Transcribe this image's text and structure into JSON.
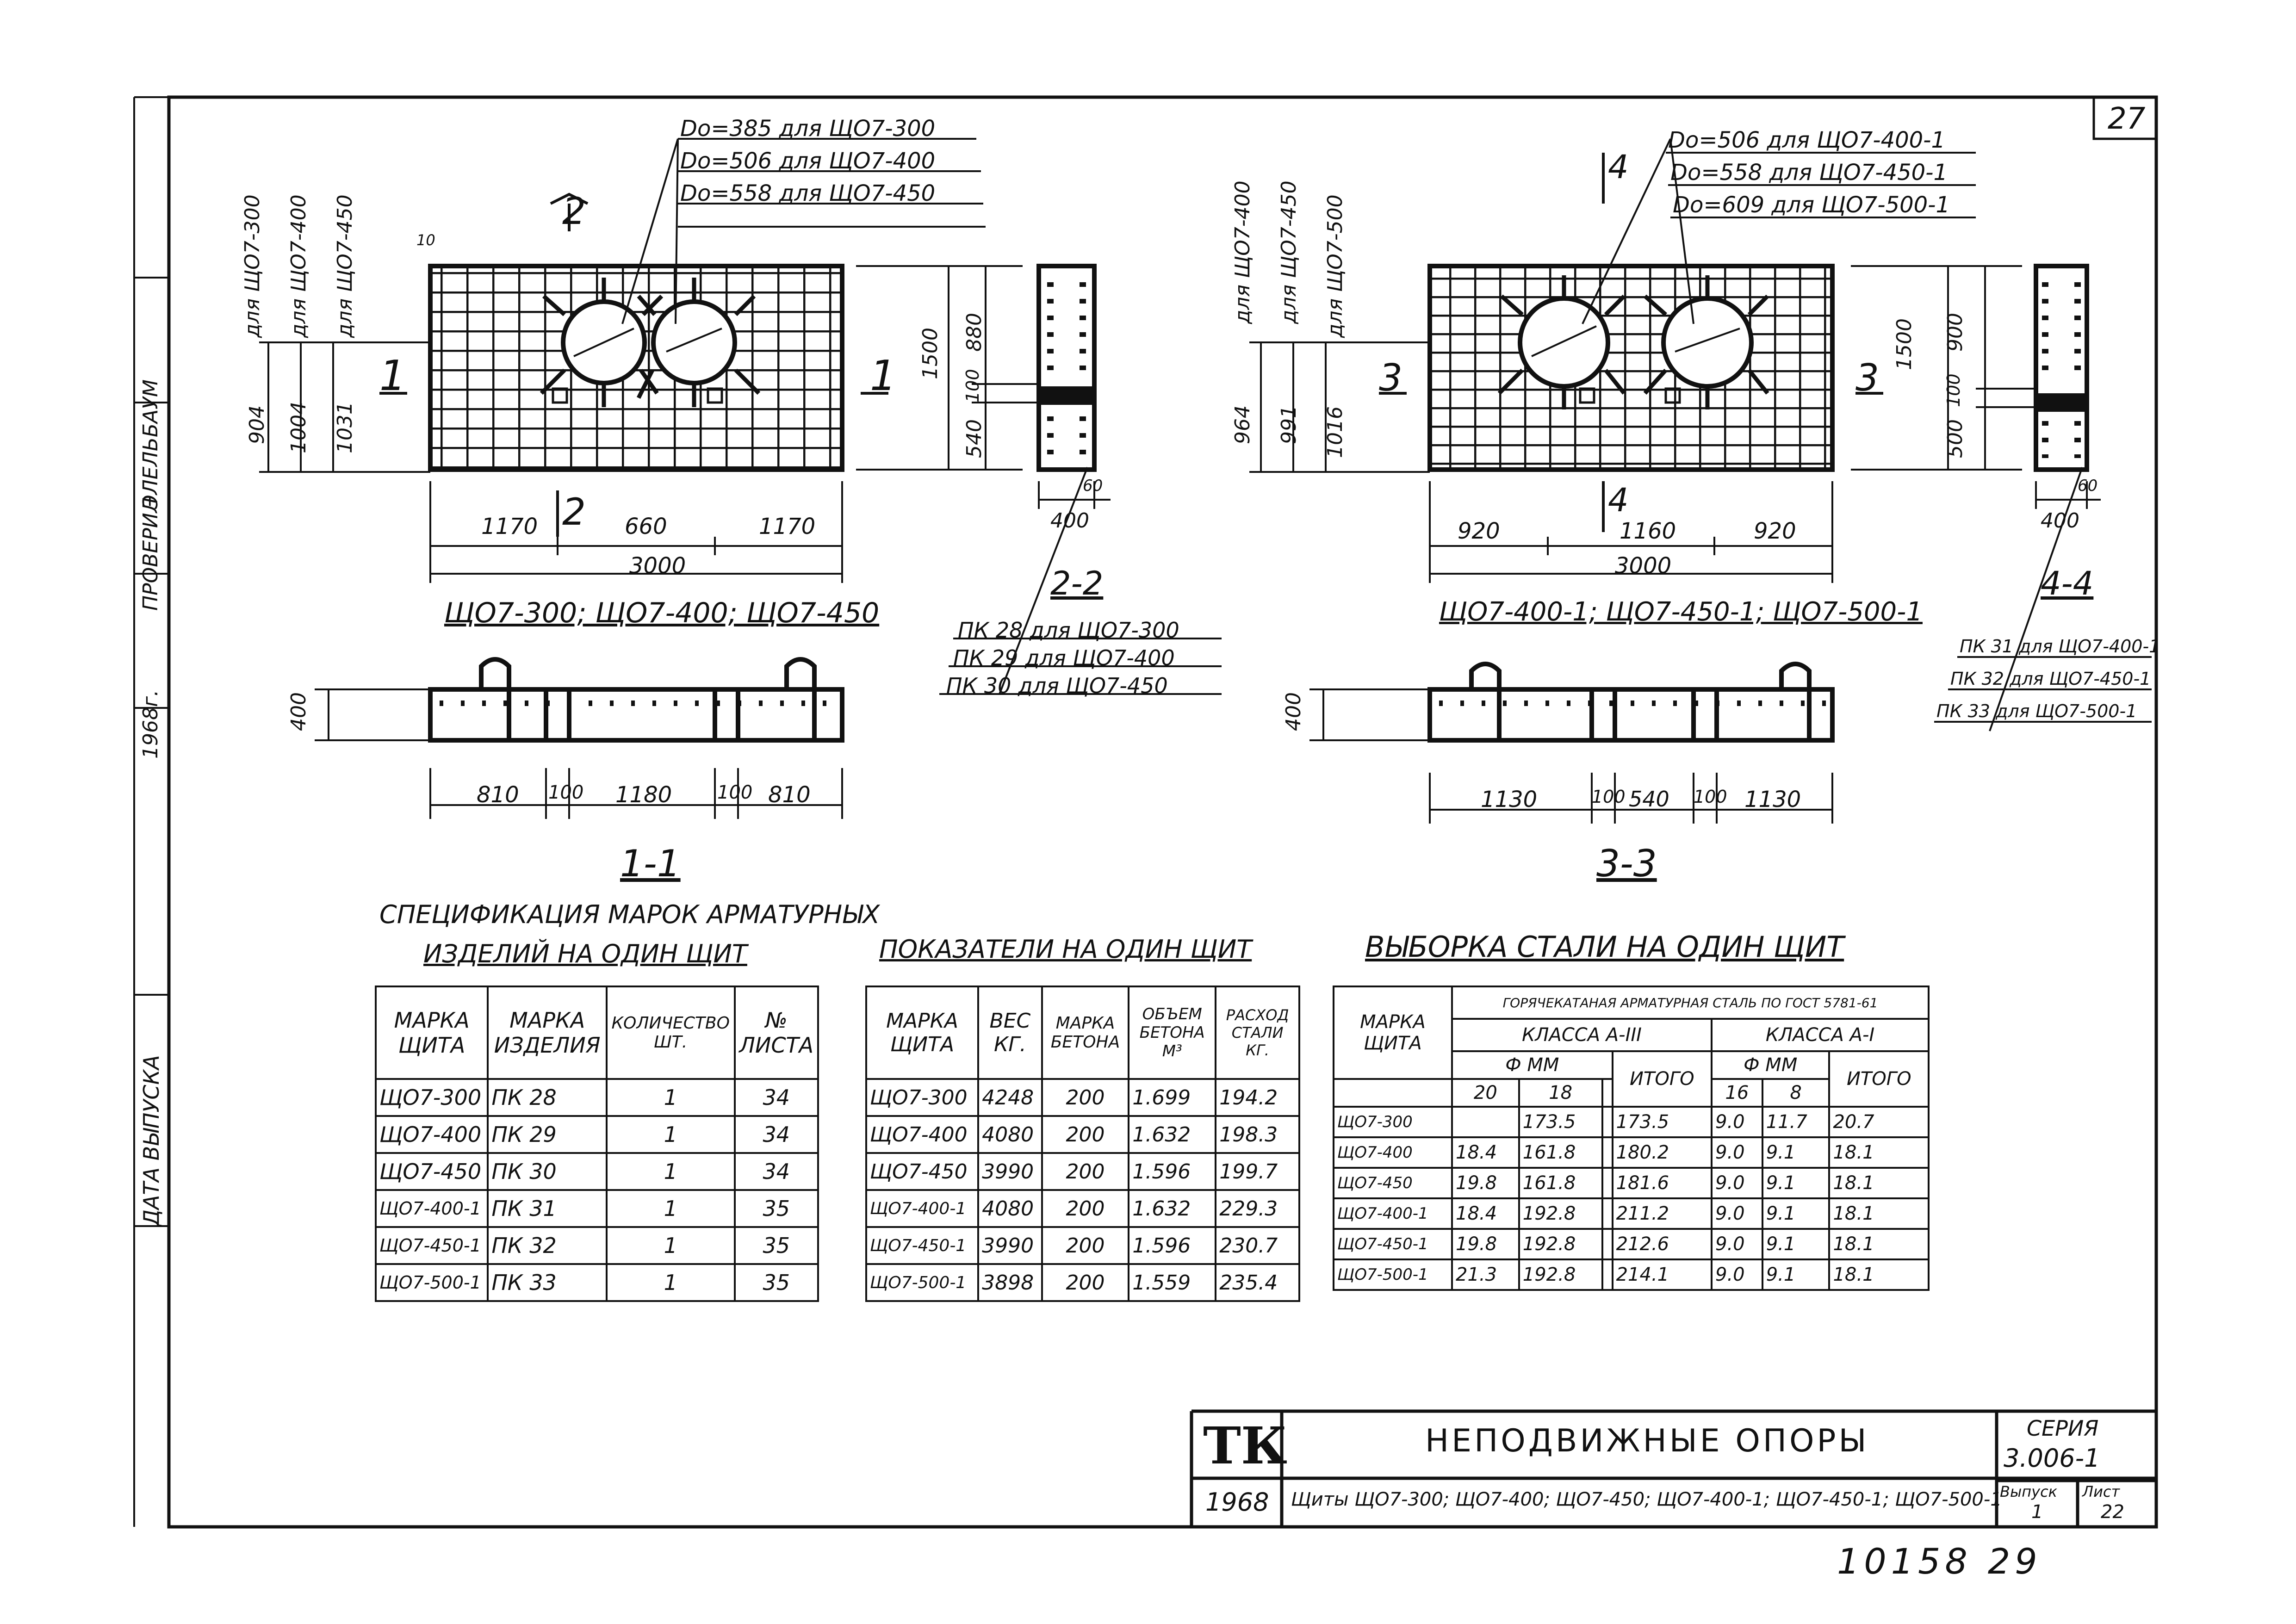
{
  "sheet_number": "27",
  "stamp_number": "10158  29",
  "left_margin": {
    "date_label": "ДАТА ВЫПУСКА",
    "year": "1968г.",
    "role": "ПРОВЕРИЛ",
    "name": "ЭЛЕЛЬБАУМ"
  },
  "drawing_left": {
    "labels": {
      "do1": "Do=385 для ЩО7-300",
      "do2": "Do=506 для ЩО7-400",
      "do3": "Do=558 для ЩО7-450",
      "v1": "для ЩО7-300",
      "v2": "для ЩО7-400",
      "v3": "для ЩО7-450",
      "d904": "904",
      "d1004": "1004",
      "d1031": "1031",
      "d1170a": "1170",
      "d660": "660",
      "d1170b": "1170",
      "d3000": "3000",
      "d1500": "1500",
      "d880": "880",
      "d100": "100",
      "d540": "540",
      "d400": "400",
      "d60": "60",
      "d10": "10",
      "sec1l": "1",
      "sec1r": "1",
      "sec2t": "2",
      "sec2b": "2",
      "title": "ЩО7-300; ЩО7-400; ЩО7-450",
      "sec22": "2-2",
      "pk1": "ПК 28 для ЩО7-300",
      "pk2": "ПК 29 для ЩО7-400",
      "pk3": "ПК 30 для ЩО7-450",
      "h400": "400",
      "b810a": "810",
      "b100a": "100",
      "b1180": "1180",
      "b100b": "100",
      "b810b": "810",
      "sec11": "1-1"
    }
  },
  "drawing_right": {
    "labels": {
      "do1": "Do=506 для ЩО7-400-1",
      "do2": "Do=558 для ЩО7-450-1",
      "do3": "Do=609 для ЩО7-500-1",
      "v1": "для ЩО7-400",
      "v2": "для ЩО7-450",
      "v3": "для ЩО7-500",
      "d964": "964",
      "d991": "991",
      "d1016": "1016",
      "d920a": "920",
      "d1160": "1160",
      "d920b": "920",
      "d3000": "3000",
      "d1500": "1500",
      "d900": "900",
      "d100": "100",
      "d500": "500",
      "d400": "400",
      "d60": "60",
      "sec3l": "3",
      "sec3r": "3",
      "sec4t": "4",
      "sec4b": "4",
      "title": "ЩО7-400-1; ЩО7-450-1; ЩО7-500-1",
      "sec44": "4-4",
      "pk1": "ПК 31 для ЩО7-400-1",
      "pk2": "ПК 32 для ЩО7-450-1",
      "pk3": "ПК 33 для ЩО7-500-1",
      "h400": "400",
      "b1130a": "1130",
      "b100a": "100",
      "b540": "540",
      "b100b": "100",
      "b1130b": "1130",
      "sec33": "3-3"
    }
  },
  "spec_table": {
    "title1": "СПЕЦИФИКАЦИЯ МАРОК АРМАТУРНЫХ",
    "title2": "ИЗДЕЛИЙ НА ОДИН ЩИТ",
    "headers": [
      "МАРКА ЩИТА",
      "МАРКА ИЗДЕЛИЯ",
      "КОЛИЧЕСТВО ШТ.",
      "№ ЛИСТА"
    ],
    "rows": [
      [
        "ЩО7-300",
        "ПК 28",
        "1",
        "34"
      ],
      [
        "ЩО7-400",
        "ПК 29",
        "1",
        "34"
      ],
      [
        "ЩО7-450",
        "ПК 30",
        "1",
        "34"
      ],
      [
        "ЩО7-400-1",
        "ПК 31",
        "1",
        "35"
      ],
      [
        "ЩО7-450-1",
        "ПК 32",
        "1",
        "35"
      ],
      [
        "ЩО7-500-1",
        "ПК 33",
        "1",
        "35"
      ]
    ]
  },
  "indicators_table": {
    "title": "ПОКАЗАТЕЛИ НА ОДИН ЩИТ",
    "headers": [
      "МАРКА ЩИТА",
      "ВЕС КГ.",
      "МАРКА БЕТОНА",
      "ОБЪЕМ БЕТОНА М³",
      "РАСХОД СТАЛИ КГ."
    ],
    "rows": [
      [
        "ЩО7-300",
        "4248",
        "200",
        "1.699",
        "194.2"
      ],
      [
        "ЩО7-400",
        "4080",
        "200",
        "1.632",
        "198.3"
      ],
      [
        "ЩО7-450",
        "3990",
        "200",
        "1.596",
        "199.7"
      ],
      [
        "ЩО7-400-1",
        "4080",
        "200",
        "1.632",
        "229.3"
      ],
      [
        "ЩО7-450-1",
        "3990",
        "200",
        "1.596",
        "230.7"
      ],
      [
        "ЩО7-500-1",
        "3898",
        "200",
        "1.559",
        "235.4"
      ]
    ]
  },
  "steel_table": {
    "title": "ВЫБОРКА СТАЛИ НА ОДИН ЩИТ",
    "h_mark": "МАРКА ЩИТА",
    "h_steel": "ГОРЯЧЕКАТАНАЯ АРМАТУРНАЯ СТАЛЬ ПО ГОСТ 5781-61",
    "h_class3": "КЛАССА А-III",
    "h_class1": "КЛАССА А-I",
    "h_dia": "Ф ММ",
    "h_total": "ИТОГО",
    "d20": "20",
    "d18": "18",
    "d16": "16",
    "d8": "8",
    "rows": [
      [
        "ЩО7-300",
        "",
        "173.5",
        "173.5",
        "9.0",
        "11.7",
        "20.7"
      ],
      [
        "ЩО7-400",
        "18.4",
        "161.8",
        "180.2",
        "9.0",
        "9.1",
        "18.1"
      ],
      [
        "ЩО7-450",
        "19.8",
        "161.8",
        "181.6",
        "9.0",
        "9.1",
        "18.1"
      ],
      [
        "ЩО7-400-1",
        "18.4",
        "192.8",
        "211.2",
        "9.0",
        "9.1",
        "18.1"
      ],
      [
        "ЩО7-450-1",
        "19.8",
        "192.8",
        "212.6",
        "9.0",
        "9.1",
        "18.1"
      ],
      [
        "ЩО7-500-1",
        "21.3",
        "192.8",
        "214.1",
        "9.0",
        "9.1",
        "18.1"
      ]
    ]
  },
  "title_block": {
    "logo": "ТК",
    "year": "1968",
    "title": "НЕПОДВИЖНЫЕ ОПОРЫ",
    "subtitle": "Щиты ЩО7-300; ЩО7-400; ЩО7-450; ЩО7-400-1; ЩО7-450-1; ЩО7-500-1",
    "series_label": "СЕРИЯ",
    "series_value": "3.006-1",
    "issue_label": "Выпуск",
    "issue_value": "1",
    "sheet_label": "Лист",
    "sheet_value": "22"
  }
}
